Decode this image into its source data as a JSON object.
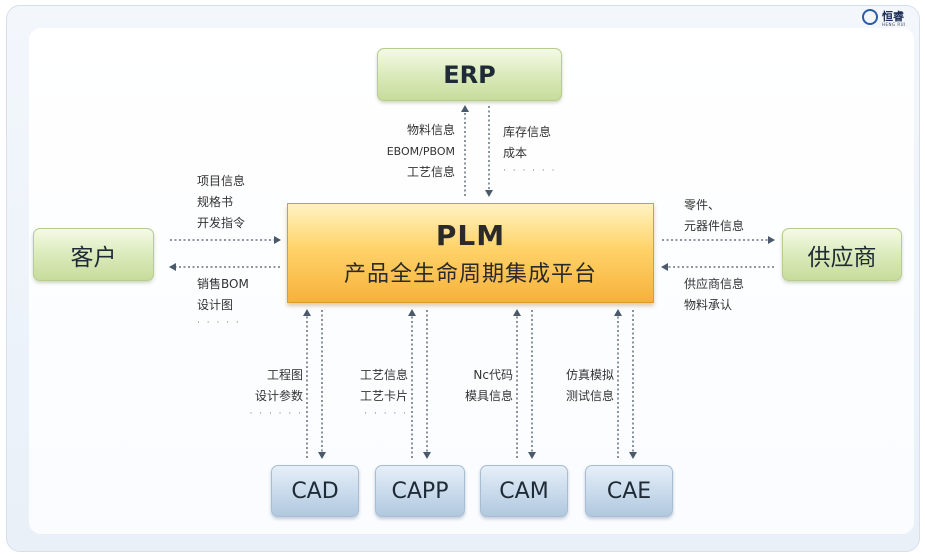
{
  "logo": {
    "name": "恒睿",
    "sub": "HENG RUI"
  },
  "boxes": {
    "erp": "ERP",
    "customer": "客户",
    "supplier": "供应商",
    "plm_title": "PLM",
    "plm_subtitle": "产品全生命周期集成平台",
    "cad": "CAD",
    "capp": "CAPP",
    "cam": "CAM",
    "cae": "CAE"
  },
  "labels": {
    "plm_to_erp": [
      "物料信息",
      "EBOM/PBOM",
      "工艺信息"
    ],
    "erp_to_plm": [
      "库存信息",
      "成本",
      "· · · · · ·"
    ],
    "customer_to_plm": [
      "项目信息",
      "规格书",
      "开发指令"
    ],
    "plm_to_customer": [
      "销售BOM",
      "设计图",
      "· · · · ·"
    ],
    "plm_to_supplier": [
      "零件、",
      "元器件信息"
    ],
    "supplier_to_plm": [
      "供应商信息",
      "物料承认"
    ],
    "cad": [
      "工程图",
      "设计参数",
      "· · · · · ·"
    ],
    "capp": [
      "工艺信息",
      "工艺卡片",
      "· · · · ·"
    ],
    "cam": [
      "Nc代码",
      "模具信息"
    ],
    "cae": [
      "仿真模拟",
      "测试信息"
    ]
  },
  "colors": {
    "plm_orange": "#f6b23a",
    "system_green": "#d9e9b8",
    "tool_blue": "#c5d8ea",
    "arrow": "#4a5a6a"
  }
}
